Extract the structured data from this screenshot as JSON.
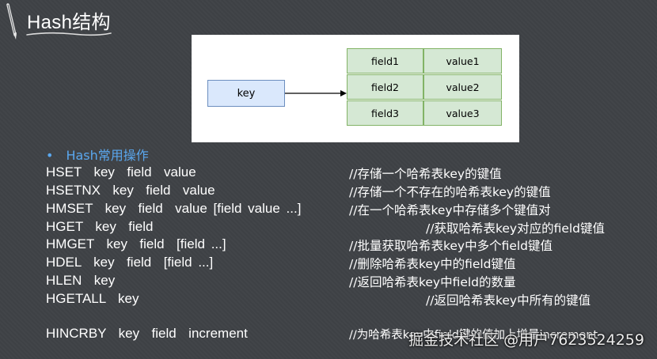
{
  "slide": {
    "title": "Hash结构",
    "icon": "pencil-icon",
    "accent_color": "#5aa7ee"
  },
  "diagram": {
    "key_label": "key",
    "rows": [
      {
        "field": "field1",
        "value": "value1"
      },
      {
        "field": "field2",
        "value": "value2"
      },
      {
        "field": "field3",
        "value": "value3"
      }
    ],
    "key_fill": "#dae8fc",
    "cell_fill": "#d5e8d4"
  },
  "section": {
    "heading": "Hash常用操作"
  },
  "commands": [
    {
      "cmd": "HSET  key  field  value",
      "comment": "//存储一个哈希表key的键值"
    },
    {
      "cmd": "HSETNX  key  field  value",
      "comment": "//存储一个不存在的哈希表key的键值"
    },
    {
      "cmd": "HMSET  key  field  value [field value ...]",
      "comment": "//在一个哈希表key中存储多个键值对"
    },
    {
      "cmd": "HGET  key  field",
      "comment": "//获取哈希表key对应的field键值"
    },
    {
      "cmd": "HMGET  key  field  [field ...]",
      "comment": "//批量获取哈希表key中多个field键值"
    },
    {
      "cmd": "HDEL  key  field  [field ...]",
      "comment": "//删除哈希表key中的field键值"
    },
    {
      "cmd": "HLEN  key",
      "comment": "//返回哈希表key中field的数量"
    },
    {
      "cmd": "HGETALL  key",
      "comment": "//返回哈希表key中所有的键值"
    },
    {
      "cmd": "HINCRBY  key  field  increment",
      "comment": "//为哈希表key中field键的值加上增量increment"
    }
  ],
  "watermark": "掘金技术社区 @用户7623524259"
}
